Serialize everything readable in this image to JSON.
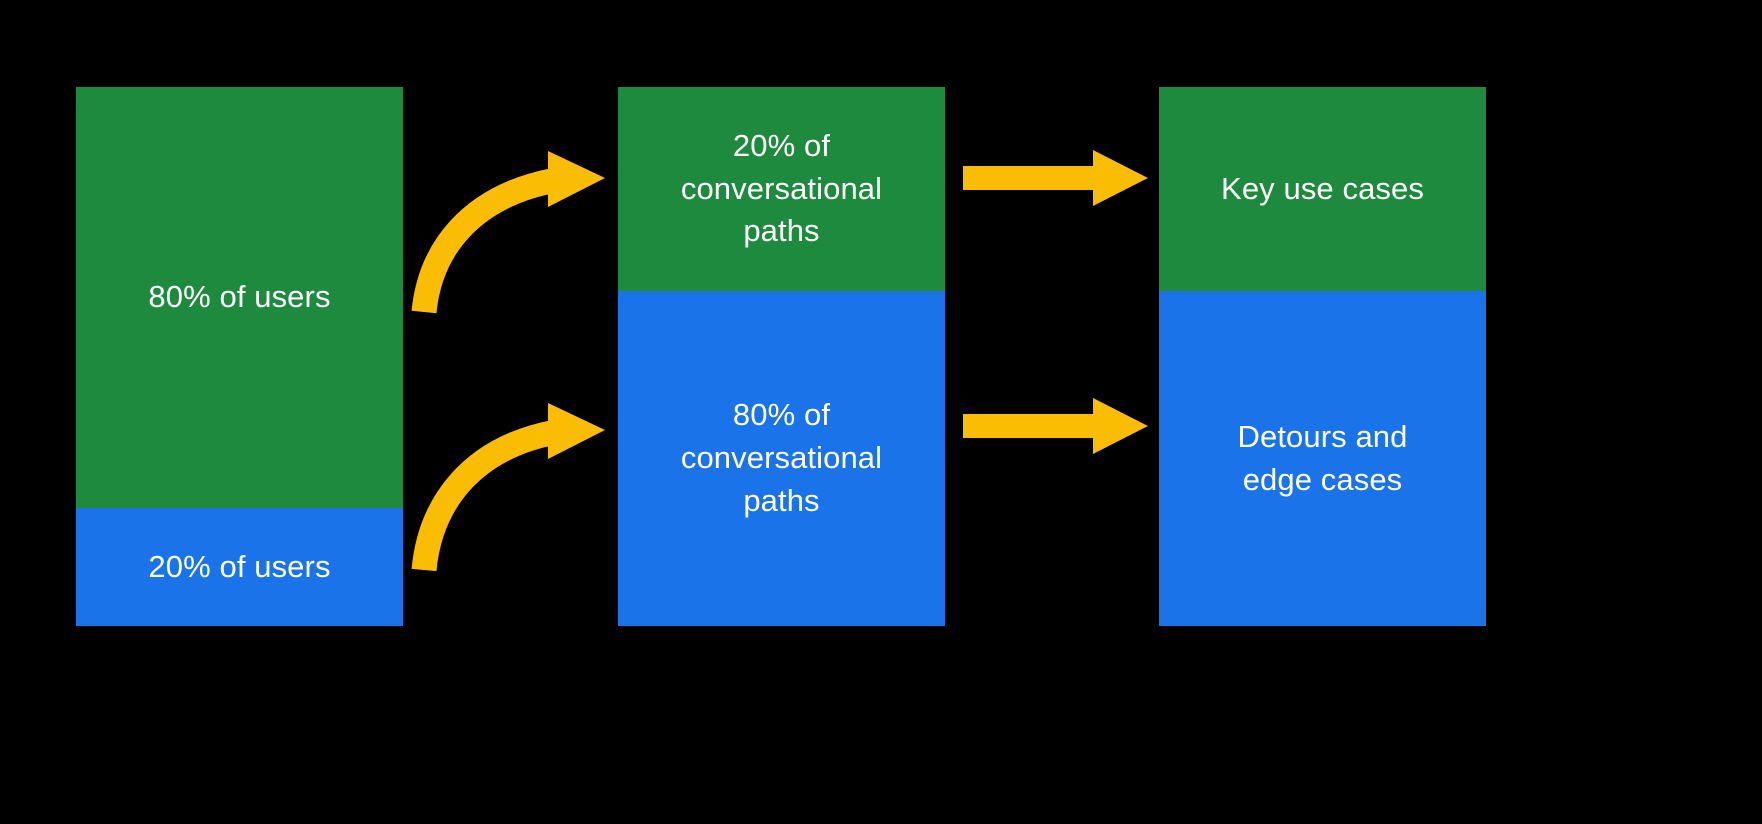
{
  "diagram": {
    "title": "80/20 conversational design diagram",
    "background_color": "#000000",
    "colors": {
      "green": "#1E8A3E",
      "blue": "#1A73E8",
      "arrow": "#FBBC04",
      "text": "#FFFFFF"
    }
  },
  "columns": [
    {
      "id": "users",
      "name": "users-column",
      "segments": [
        {
          "id": "users-green",
          "label": "80% of users",
          "color": "#1E8A3E",
          "share": 80
        },
        {
          "id": "users-blue",
          "label": "20% of users",
          "color": "#1A73E8",
          "share": 20
        }
      ]
    },
    {
      "id": "paths",
      "name": "conversational-paths-column",
      "segments": [
        {
          "id": "paths-green",
          "label": "20% of\nconversational\npaths",
          "color": "#1E8A3E",
          "share": 20
        },
        {
          "id": "paths-blue",
          "label": "80% of\nconversational\npaths",
          "color": "#1A73E8",
          "share": 80
        }
      ]
    },
    {
      "id": "cases",
      "name": "use-cases-column",
      "segments": [
        {
          "id": "cases-green",
          "label": "Key use cases",
          "color": "#1E8A3E",
          "share": 20
        },
        {
          "id": "cases-blue",
          "label": "Detours and\nedge cases",
          "color": "#1A73E8",
          "share": 80
        }
      ]
    }
  ],
  "arrows": [
    {
      "id": "curved-top",
      "name": "curved-arrow-users-to-paths-top",
      "style": "curved",
      "color": "#FBBC04",
      "from": "users",
      "to": "paths-green"
    },
    {
      "id": "curved-bottom",
      "name": "curved-arrow-users-to-paths-bottom",
      "style": "curved",
      "color": "#FBBC04",
      "from": "users",
      "to": "paths-blue"
    },
    {
      "id": "straight-top",
      "name": "straight-arrow-paths-to-key-use-cases",
      "style": "straight",
      "color": "#FBBC04",
      "from": "paths-green",
      "to": "cases-green"
    },
    {
      "id": "straight-bottom",
      "name": "straight-arrow-paths-to-edge-cases",
      "style": "straight",
      "color": "#FBBC04",
      "from": "paths-blue",
      "to": "cases-blue"
    }
  ]
}
